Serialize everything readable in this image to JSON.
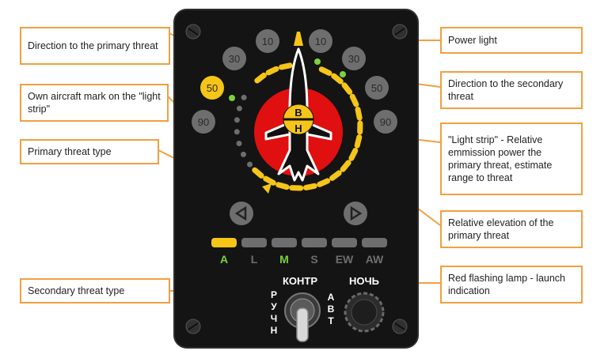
{
  "callouts": {
    "primary_dir": "Direction to the primary threat",
    "own_aircraft": "Own aircraft mark on the \"light strip\"",
    "primary_type": "Primary threat type",
    "secondary_type": "Secondary threat type",
    "power_light": "Power light",
    "secondary_dir": "Direction to the secondary threat",
    "light_strip": "\"Light strip\" - Relative emmission power the primary threat, estimate range to threat",
    "elevation": "Relative elevation of the primary threat",
    "launch": "Red flashing lamp - launch indication"
  },
  "panel": {
    "bearings": {
      "left_10": "10",
      "left_30": "30",
      "left_50": "50",
      "left_90": "90",
      "right_10": "10",
      "right_30": "30",
      "right_50": "50",
      "right_90": "90"
    },
    "elev_upper": "В",
    "elev_lower": "Н",
    "types": {
      "a": "A",
      "l": "L",
      "m": "M",
      "s": "S",
      "ew": "EW",
      "aw": "AW"
    },
    "kontr": "КОНТР",
    "noch": "НОЧЬ",
    "ruchn": [
      "Р",
      "У",
      "Ч",
      "Н"
    ],
    "avt": [
      "А",
      "В",
      "Т"
    ]
  },
  "colors": {
    "panel": "#141414",
    "lit_amber": "#f5c518",
    "unlit": "#6e6e6e",
    "green": "#7dd23c",
    "launch_red": "#e01010",
    "callout_border": "#f0a040"
  }
}
